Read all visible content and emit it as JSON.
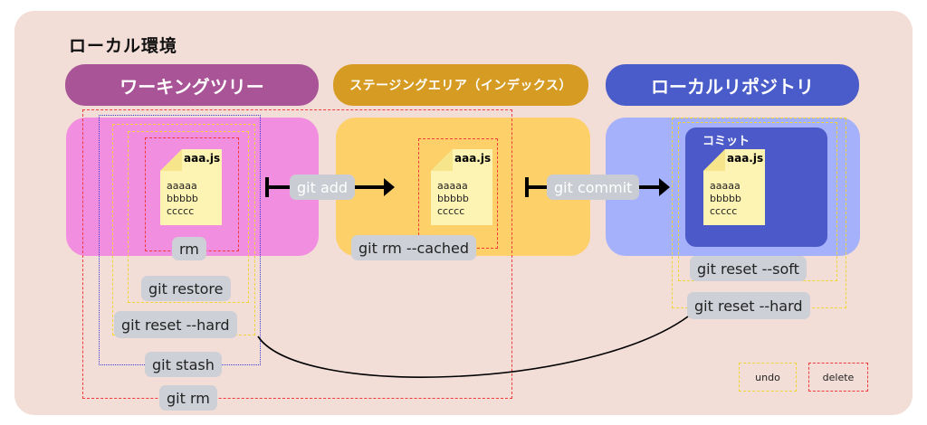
{
  "title": "ローカル環境",
  "areas": {
    "working_tree": "ワーキングツリー",
    "staging_area": "ステージングエリア（インデックス）",
    "local_repo": "ローカルリポジトリ"
  },
  "commit_label": "コミット",
  "file": {
    "name": "aaa.js",
    "lines": [
      "aaaaa",
      "bbbbb",
      "ccccc"
    ]
  },
  "arrows": {
    "add": "git add",
    "commit": "git commit"
  },
  "commands": {
    "rm": "rm",
    "restore": "git restore",
    "reset_hard_work": "git reset --hard",
    "stash": "git stash",
    "git_rm": "git rm",
    "rm_cached": "git rm --cached",
    "reset_soft": "git reset --soft",
    "reset_hard_repo": "git reset --hard"
  },
  "legend": {
    "undo": "undo",
    "delete": "delete"
  },
  "colors": {
    "background": "#f2ddd7",
    "working_tree": "#a95496",
    "staging_area": "#d69b22",
    "local_repo": "#4a5cc9",
    "undo_border": "#efd636",
    "delete_border": "#ef3b3b",
    "stash_border": "#3b3bd8"
  }
}
